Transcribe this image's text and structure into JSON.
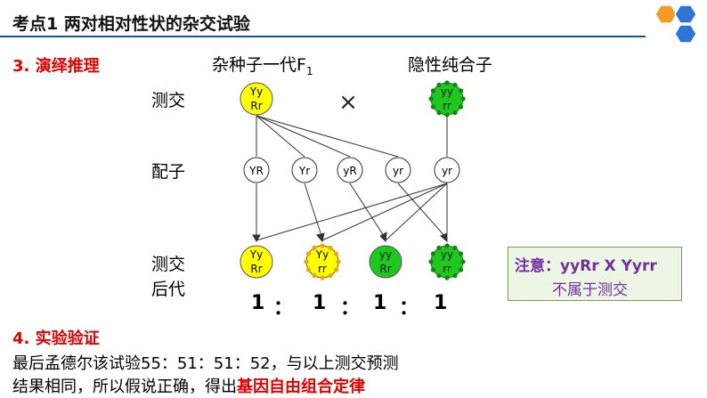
{
  "header": {
    "title": "考点1  两对相对性状的杂交试验"
  },
  "section3": {
    "heading": "3. 演绎推理"
  },
  "parents": {
    "f1_label": "杂种子一代F",
    "f1_sub": "1",
    "recessive_label": "隐性纯合子",
    "f1_genotype": [
      "Yy",
      "Rr"
    ],
    "recessive_genotype": [
      "yy",
      "rr"
    ],
    "cross_symbol": "×"
  },
  "rows": {
    "testcross": "测交",
    "gametes": "配子",
    "offspring_line1": "测交",
    "offspring_line2": "后代"
  },
  "gametes": [
    "YR",
    "Yr",
    "yR",
    "yr",
    "yr"
  ],
  "offspring": [
    {
      "top": "Yy",
      "bottom": "Rr"
    },
    {
      "top": "Yy",
      "bottom": "rr"
    },
    {
      "top": "yy",
      "bottom": "Rr"
    },
    {
      "top": "yy",
      "bottom": "rr"
    }
  ],
  "ratio": [
    "1",
    "：",
    "1",
    "：",
    "1",
    "：",
    "1"
  ],
  "note": {
    "line1": "注意：yyRr X Yyrr",
    "line2": "不属于测交"
  },
  "section4": {
    "heading": "4. 实验验证",
    "line1": "最后孟德尔该试验55：51：51：52，与以上测交预测",
    "line2_prefix": "结果相同，所以假说正确，得出",
    "line2_highlight": "基因自由组合定律"
  },
  "colors": {
    "yellow": "#ffff00",
    "green": "#1ec81e",
    "yellow_dot": "#f0a500",
    "green_dot": "#0a8a0a",
    "red": "#e00000",
    "purple": "#7030a0",
    "header_rule": "#1f4e9c",
    "logo_orange": "#f59a23",
    "logo_blue": "#2e75d6"
  }
}
